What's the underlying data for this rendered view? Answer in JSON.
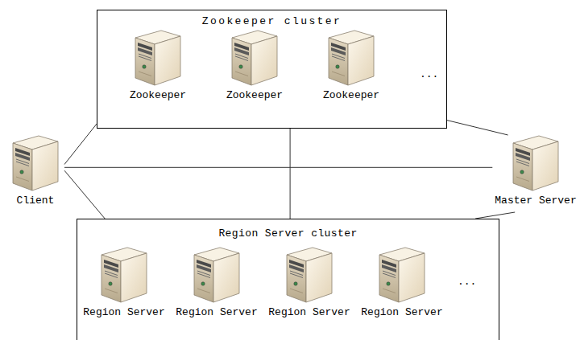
{
  "diagram": {
    "nodes": [
      {
        "text": [
          "Zookeeper cluster"
        ]
      },
      {
        "text": [
          "Zookeeper"
        ],
        "in": 0
      },
      {
        "text": [
          "Zookeeper"
        ],
        "in": 0
      },
      {
        "text": [
          "Zookeeper"
        ],
        "in": 0
      },
      {
        "text": [
          "Client"
        ]
      },
      {
        "text": [
          "Master Server"
        ]
      },
      {
        "text": [
          "Region Server cluster"
        ]
      },
      {
        "text": [
          "Region Server"
        ],
        "in": 6
      },
      {
        "text": [
          "Region Server"
        ],
        "in": 6
      },
      {
        "text": [
          "Region Server"
        ],
        "in": 6
      },
      {
        "text": [
          "Region Server"
        ],
        "in": 6
      }
    ],
    "edges": [
      {
        "from": 4,
        "to": 0,
        "arrow": "none"
      },
      {
        "from": 4,
        "to": 5,
        "arrow": "none"
      },
      {
        "from": 0,
        "to": 6,
        "arrow": "none"
      },
      {
        "from": 0,
        "to": 5,
        "arrow": "none"
      },
      {
        "from": 4,
        "to": 6,
        "arrow": "none"
      },
      {
        "from": 5,
        "to": 6,
        "arrow": "none"
      }
    ],
    "labels": [
      "...",
      "..."
    ]
  }
}
